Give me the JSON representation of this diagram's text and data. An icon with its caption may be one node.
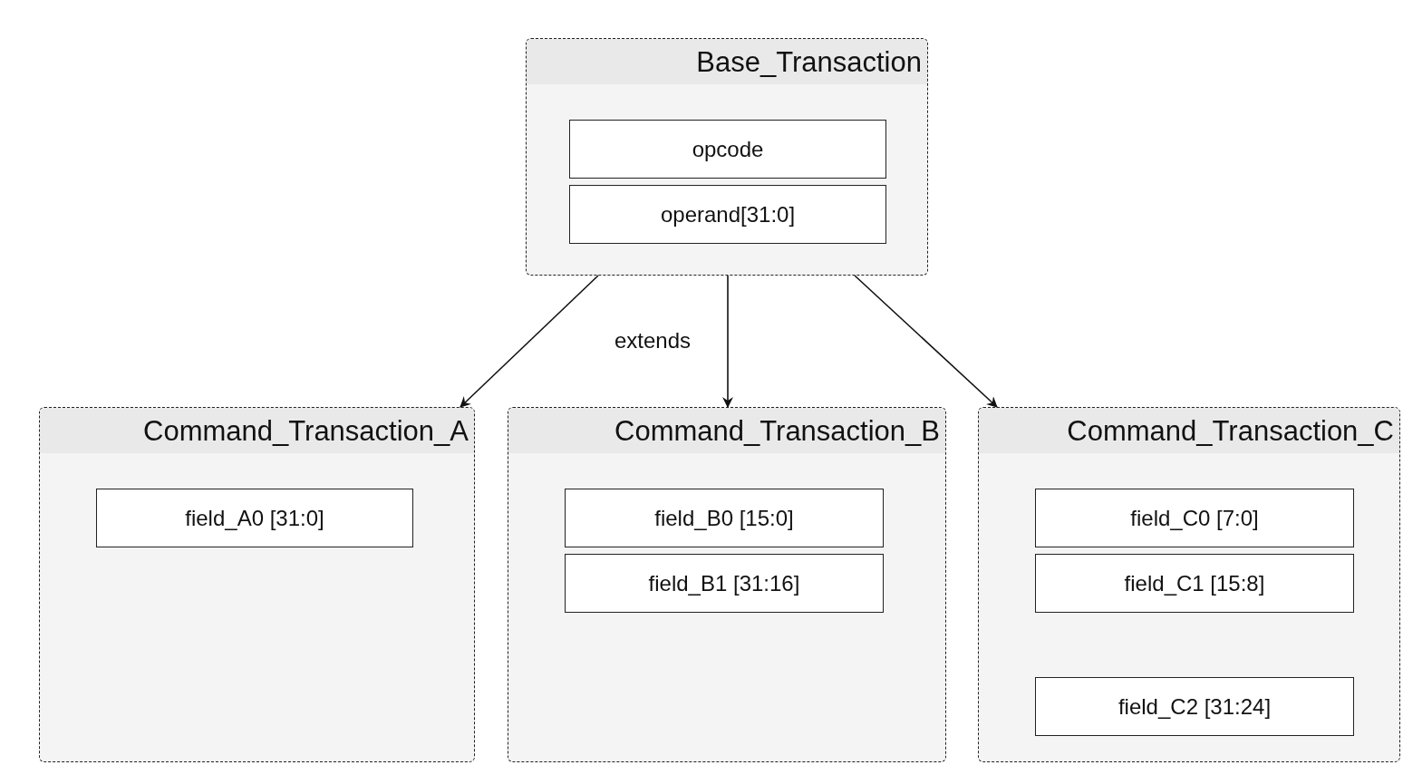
{
  "diagram": {
    "nodes": [
      {
        "text": [
          "Base_Transaction"
        ]
      },
      {
        "text": [
          "opcode"
        ],
        "in": 0
      },
      {
        "text": [
          "operand[31:0]"
        ],
        "in": 0
      },
      {
        "text": [
          "Command_Transaction_A"
        ]
      },
      {
        "text": [
          "field_A0 [31:0]"
        ],
        "in": 3
      },
      {
        "text": [
          "Command_Transaction_B"
        ]
      },
      {
        "text": [
          "field_B0 [15:0]"
        ],
        "in": 5
      },
      {
        "text": [
          "field_B1 [31:16]"
        ],
        "in": 5
      },
      {
        "text": [
          "Command_Transaction_C"
        ]
      },
      {
        "text": [
          "field_C0 [7:0]"
        ],
        "in": 8
      },
      {
        "text": [
          "field_C1 [15:8]"
        ],
        "in": 8
      },
      {
        "text": [
          "field_C2 [31:24]"
        ],
        "in": 8
      }
    ],
    "edges": [
      {
        "from": 0,
        "to": 3,
        "arrow": "to"
      },
      {
        "from": 0,
        "to": 5,
        "arrow": "to",
        "label": "extends"
      },
      {
        "from": 0,
        "to": 8,
        "arrow": "to"
      }
    ]
  }
}
